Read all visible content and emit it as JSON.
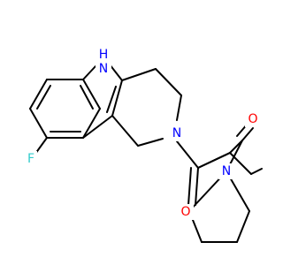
{
  "molecule": {
    "atoms": {
      "fluorine": {
        "label": "F",
        "color": "#33cccc"
      },
      "indole_nh": {
        "label": "H\nN",
        "color": "#0000ff"
      },
      "ring_n": {
        "label": "N",
        "color": "#0000ff"
      },
      "pyrrolidine_n": {
        "label": "N",
        "color": "#0000ff"
      },
      "ketone_o_left": {
        "label": "O",
        "color": "#ff0000"
      },
      "ketone_o_right": {
        "label": "O",
        "color": "#ff0000"
      }
    },
    "nh_parts": {
      "h": "H",
      "n": "N"
    },
    "bond_color": "#000000"
  }
}
